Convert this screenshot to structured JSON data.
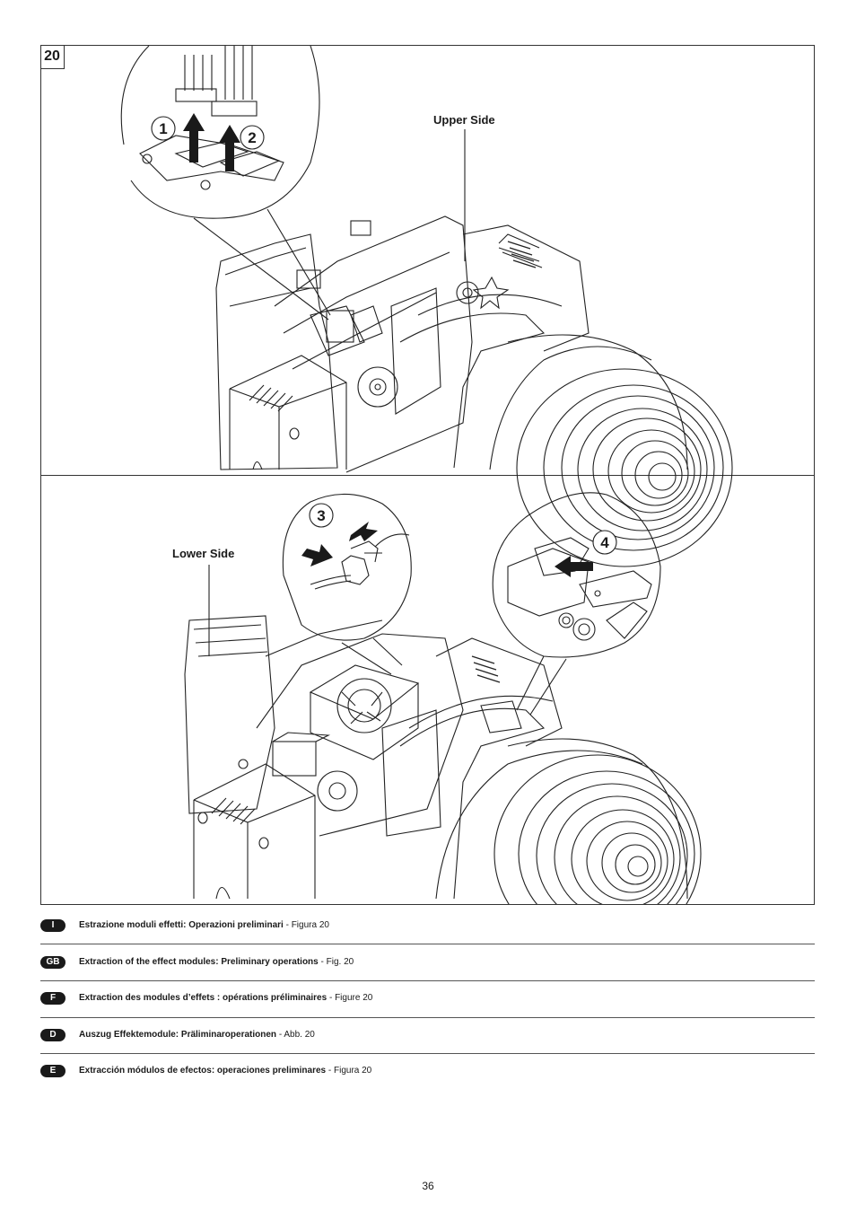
{
  "figure": {
    "number": "20"
  },
  "upper_panel": {
    "label": "Upper Side",
    "callouts": [
      "1",
      "2"
    ]
  },
  "lower_panel": {
    "label": "Lower Side",
    "callouts": [
      "3",
      "4"
    ]
  },
  "captions": [
    {
      "lang": "I",
      "title": "Estrazione moduli effetti: Operazioni preliminari",
      "ref": "Figura 20"
    },
    {
      "lang": "GB",
      "title": "Extraction of the effect modules: Preliminary operations",
      "ref": "Fig. 20"
    },
    {
      "lang": "F",
      "title": "Extraction des modules d’effets : opérations préliminaires",
      "ref": "Figure 20"
    },
    {
      "lang": "D",
      "title": "Auszug Effektemodule: Präliminaroperationen",
      "ref": "Abb. 20"
    },
    {
      "lang": "E",
      "title": "Extracción módulos de efectos: operaciones preliminares",
      "ref": "Figura 20"
    }
  ],
  "page": {
    "number": "36"
  }
}
